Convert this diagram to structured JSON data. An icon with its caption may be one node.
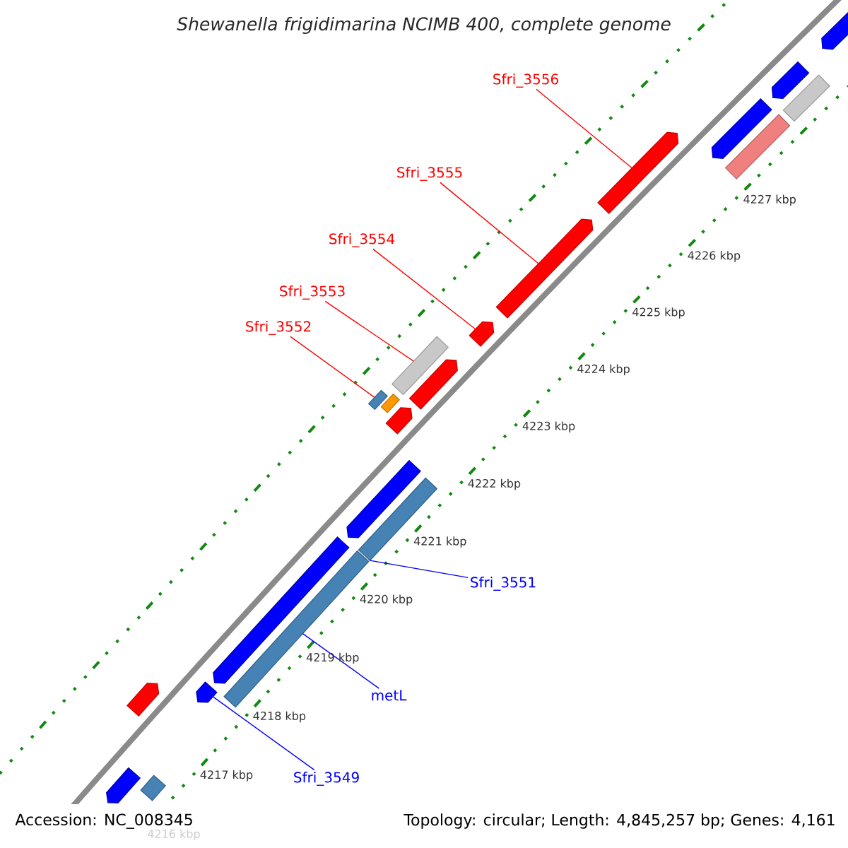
{
  "diagram": {
    "title": "Shewanella frigidimarina NCIMB 400, complete genome",
    "nodes": [
      {
        "text": [
          "Sfri_3556"
        ]
      },
      {
        "text": [
          "Sfri_3555"
        ]
      },
      {
        "text": [
          "Sfri_3554"
        ]
      },
      {
        "text": [
          "Sfri_3553"
        ]
      },
      {
        "text": [
          "Sfri_3552"
        ]
      },
      {
        "text": [],
        "shape": "pentagon"
      },
      {
        "text": [],
        "shape": "pentagon"
      },
      {
        "text": [],
        "shape": "bar"
      },
      {
        "text": [],
        "shape": "pentagon"
      },
      {
        "text": [],
        "shape": "bar"
      },
      {
        "text": [],
        "shape": "pentagon"
      },
      {
        "text": [],
        "shape": "pentagon"
      },
      {
        "text": [],
        "shape": "pentagon"
      },
      {
        "text": [],
        "shape": "bar"
      },
      {
        "text": [],
        "shape": "pentagon"
      },
      {
        "text": [],
        "shape": "bar"
      },
      {
        "text": [],
        "shape": "bar"
      },
      {
        "text": [],
        "shape": "pentagon"
      },
      {
        "text": [],
        "shape": "pentagon"
      },
      {
        "text": [],
        "shape": "bar"
      },
      {
        "text": [],
        "shape": "pentagon"
      },
      {
        "text": [],
        "shape": "bar"
      },
      {
        "text": [],
        "shape": "pentagon"
      },
      {
        "text": [],
        "shape": "pentagon"
      },
      {
        "text": [],
        "shape": "pentagon"
      },
      {
        "text": [],
        "shape": "bar"
      },
      {
        "text": [
          "Sfri_3551"
        ]
      },
      {
        "text": [
          "metL"
        ]
      },
      {
        "text": [
          "Sfri_3549"
        ]
      }
    ],
    "edges": [
      {
        "from": 0,
        "to": 10,
        "arrow": "none"
      },
      {
        "from": 1,
        "to": 11,
        "arrow": "none"
      },
      {
        "from": 2,
        "to": 12,
        "arrow": "none"
      },
      {
        "from": 3,
        "to": 13,
        "arrow": "none"
      },
      {
        "from": 4,
        "to": 15,
        "arrow": "none"
      },
      {
        "from": 26,
        "to": 19,
        "arrow": "none",
        "color": "#0000ff"
      },
      {
        "from": 27,
        "to": 21,
        "arrow": "none",
        "color": "#0000ff"
      },
      {
        "from": 28,
        "to": 22,
        "arrow": "none",
        "color": "#0000ff"
      }
    ],
    "labels": [
      "4227 kbp",
      "4226 kbp",
      "4225 kbp",
      "4224 kbp",
      "4223 kbp",
      "4222 kbp",
      "4221 kbp",
      "4220 kbp",
      "4219 kbp",
      "4218 kbp",
      "4217 kbp",
      "4216 kbp",
      "Accession: NC_008345",
      "Topology: circular; Length: 4,845,257 bp; Genes: 4,161"
    ]
  }
}
